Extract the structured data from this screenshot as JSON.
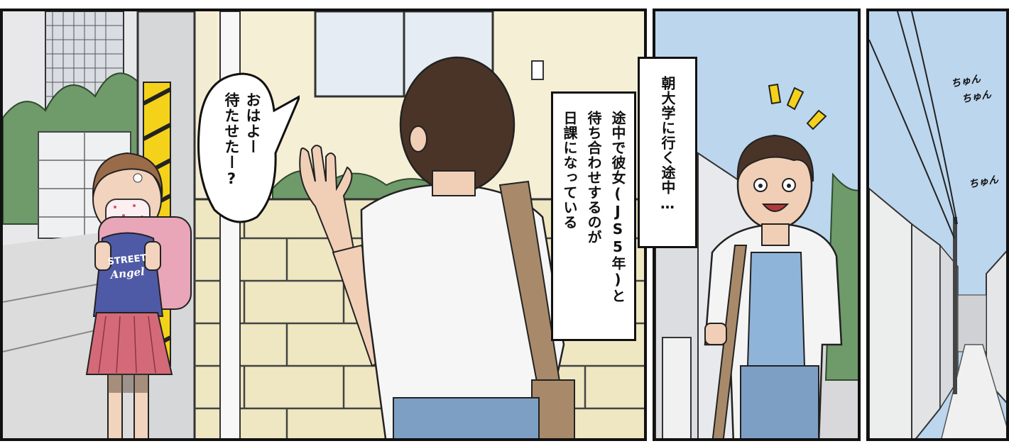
{
  "speech": {
    "line1": "おはよー",
    "line2": "待たせたー?"
  },
  "narration": {
    "box1": "朝大学に行く途中…",
    "box2_line1": "途中で彼女(JS5年)と",
    "box2_line2": "待ち合わせするのが",
    "box2_line3": "日課になっている"
  },
  "shirt_text": {
    "line1": "STREET",
    "line2": "Angel"
  },
  "sfx": {
    "chun1": "ちゅん",
    "chun2": "ちゅん",
    "chun3": "ちゅん"
  },
  "colors": {
    "wall_cream": "#f3ecd2",
    "sky_blue": "#bcd6ee",
    "shirt_white": "#f6f6f6",
    "jeans_blue": "#7e9fc4",
    "girl_skirt": "#d46a78",
    "randoseru_pink": "#e9a6b8"
  }
}
